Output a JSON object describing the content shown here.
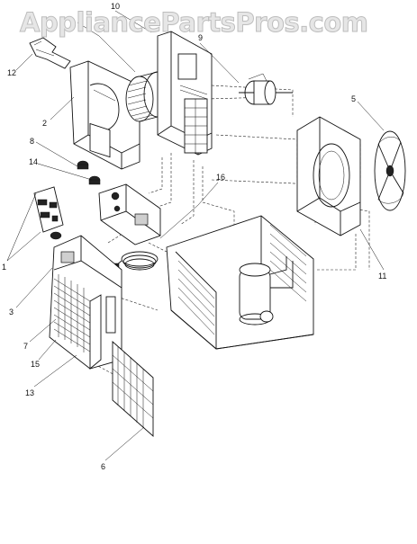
{
  "watermark": "AppliancePartsPros.com",
  "callouts": [
    "1",
    "2",
    "3",
    "5",
    "6",
    "7",
    "8",
    "9",
    "10",
    "11",
    "12",
    "13",
    "14",
    "15",
    "16"
  ]
}
